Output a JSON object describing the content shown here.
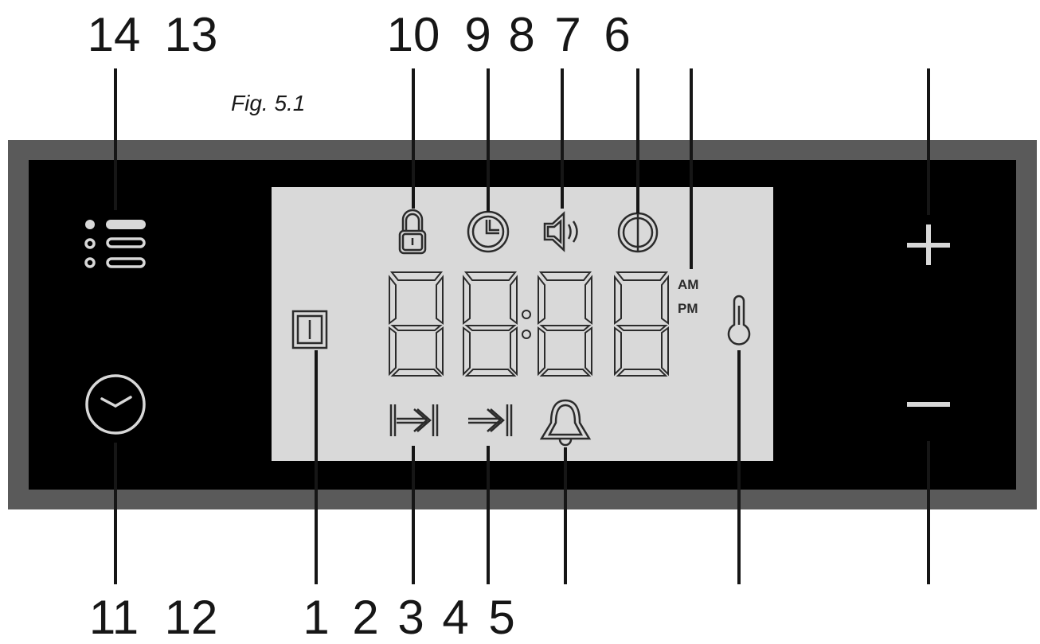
{
  "figure": {
    "caption": "Fig. 5.1"
  },
  "display": {
    "digits": "88:88",
    "am_label": "AM",
    "pm_label": "PM"
  },
  "callouts": {
    "top": [
      "14",
      "13",
      "10",
      "9",
      "8",
      "7",
      "6"
    ],
    "bottom": [
      "11",
      "12",
      "1",
      "2",
      "3",
      "4",
      "5"
    ]
  },
  "colors": {
    "panel_frame": "#5a5a5a",
    "panel_bg": "#000000",
    "lcd_bg": "#d9d9d9",
    "icon_stroke": "#2b2b2b",
    "button_icon": "#d8d8d8",
    "leader_line": "#161616"
  },
  "icons": {
    "menu": "menu-list-icon",
    "clock": "clock-icon",
    "lock": "lock-icon",
    "timer": "timer-icon",
    "sound": "speaker-icon",
    "contrast": "half-circle-icon",
    "oven": "oven-icon",
    "duration": "duration-icon",
    "end_time": "end-time-icon",
    "alarm": "bell-icon",
    "temperature": "thermometer-icon",
    "plus": "plus-icon",
    "minus": "minus-icon"
  }
}
